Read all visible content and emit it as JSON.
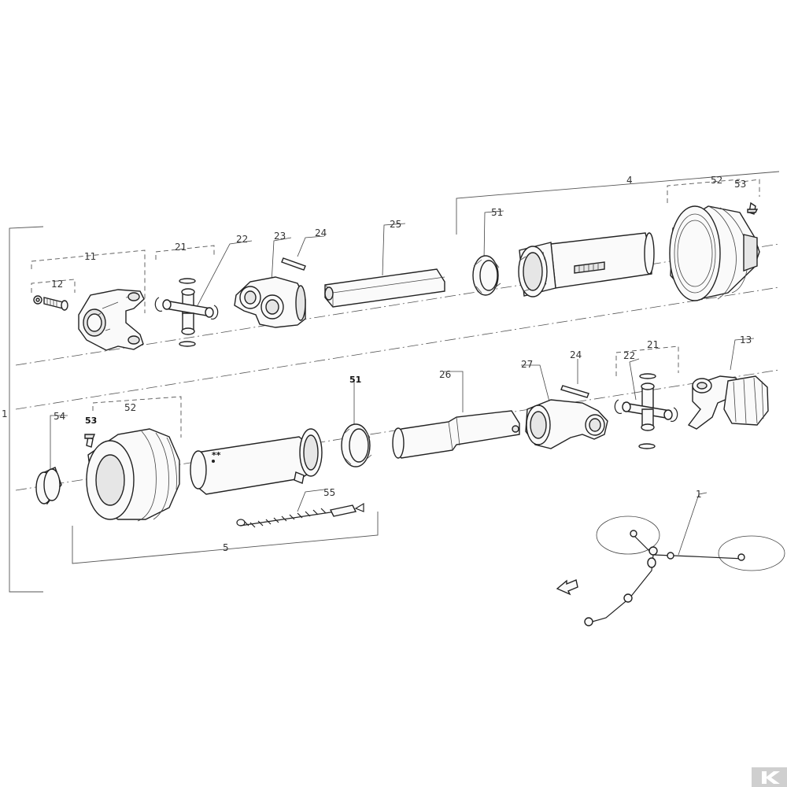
{
  "labels": {
    "l1_left": "1",
    "l4": "4",
    "l5": "5",
    "l11": "11",
    "l12": "12",
    "l13": "13",
    "l21_top": "21",
    "l22_top": "22",
    "l23": "23",
    "l24_top": "24",
    "l25": "25",
    "l51_top": "51",
    "l52_top": "52",
    "l53_top": "53",
    "l21_bot": "21",
    "l22_bot": "22",
    "l24_bot": "24",
    "l26": "26",
    "l27": "27",
    "l51_bot": "51",
    "l52_bot": "52",
    "l53_bot": "53",
    "l54": "54",
    "l55": "55",
    "l1_overview": "1",
    "stars": "**"
  },
  "brand": "K",
  "colors": {
    "line": "#222222",
    "background": "#ffffff",
    "brand_bg": "#cfcfcf"
  },
  "icons": [
    "arrow-icon",
    "brand-logo"
  ]
}
